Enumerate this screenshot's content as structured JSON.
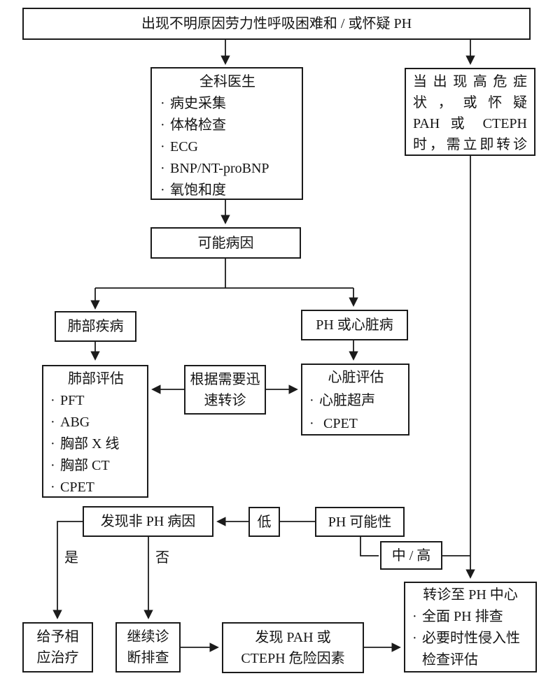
{
  "bullet": "·",
  "top_box": "出现不明原因劳力性呼吸困难和 / 或怀疑 PH",
  "gp": {
    "title": "全科医生",
    "items": [
      "病史采集",
      "体格检查",
      "ECG",
      "BNP/NT-proBNP",
      "氧饱和度"
    ]
  },
  "urgent_lines": [
    "当出现高危症",
    "状，或怀疑",
    "PAH 或 CTEPH",
    "时，需立即转诊"
  ],
  "possible_cause": "可能病因",
  "lung_disease": "肺部疾病",
  "ph_or_heart": "PH 或心脏病",
  "lung_eval": {
    "title": "肺部评估",
    "items": [
      "PFT",
      "ABG",
      "胸部 X 线",
      "胸部 CT",
      "CPET"
    ]
  },
  "refer": "根据需要迅速转诊",
  "heart_eval": {
    "title": "心脏评估",
    "items": [
      "心脏超声",
      "CPET"
    ]
  },
  "non_ph": "发现非 PH 病因",
  "low": "低",
  "likelihood": "PH 可能性",
  "mid_high": "中 / 高",
  "yes": "是",
  "no": "否",
  "treat": "给予相应治疗",
  "continue_dx": "继续诊断排查",
  "pah_lines": [
    "发现 PAH 或",
    "CTEPH 危险因素"
  ],
  "ph_center": {
    "title": "转诊至 PH 中心",
    "items": [
      "全面 PH 排查",
      "必要时性侵入性检查评估"
    ]
  },
  "colors": {
    "line": "#1b1b1b",
    "text": "#141414",
    "background": "#ffffff"
  }
}
